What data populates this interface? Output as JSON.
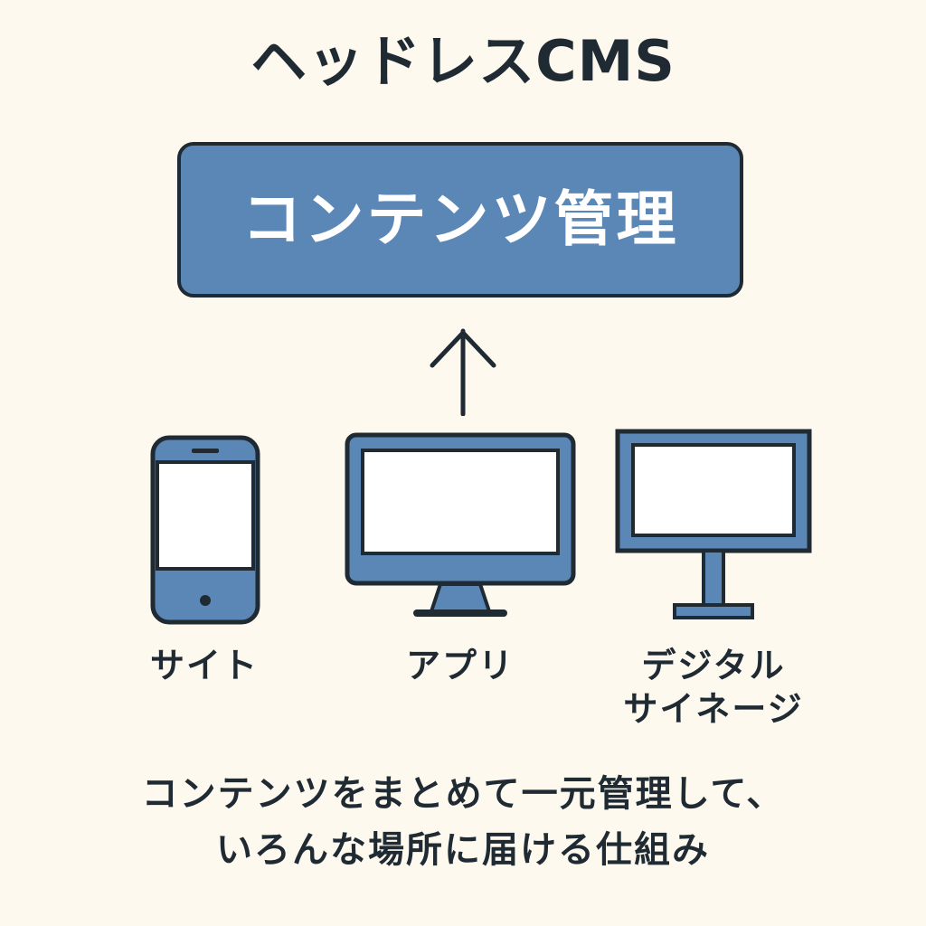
{
  "title": "ヘッドレスCMS",
  "cms_box": {
    "label": "コンテンツ管理"
  },
  "devices": [
    {
      "id": "phone",
      "label": "サイト",
      "icon": "smartphone-icon"
    },
    {
      "id": "monitor",
      "label": "アプリ",
      "icon": "monitor-icon"
    },
    {
      "id": "signage",
      "label_lines": [
        "デジタル",
        "サイネージ"
      ],
      "icon": "digital-signage-icon"
    }
  ],
  "caption": {
    "lines": [
      "コンテンツをまとめて一元管理して、",
      "いろんな場所に届ける仕組み"
    ]
  },
  "colors": {
    "background": "#fdf9ef",
    "accent_blue": "#5b87b6",
    "outline": "#1f2a33",
    "screen": "#ffffff"
  }
}
